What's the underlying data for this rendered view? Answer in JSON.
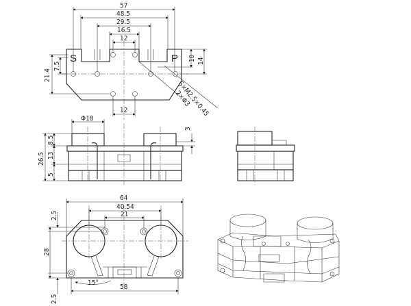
{
  "top_view": {
    "label_s": "S",
    "label_p": "P",
    "dim_width_total": "57",
    "dim_width_2": "48.5",
    "dim_width_3": "29.5",
    "dim_width_4": "16.5",
    "dim_width_top_holes": "12",
    "dim_width_bottom_holes": "12",
    "dim_height_total": "21.4",
    "dim_height_holes": "7.5",
    "dim_right_1": "10",
    "dim_right_2": "14",
    "note_threads": "6×M2.5×0.45",
    "note_holes": "2×Φ3"
  },
  "front_view": {
    "dim_diameter": "Φ18",
    "dim_height_total": "26.5",
    "dim_height_1": "8.5",
    "dim_height_2": "13",
    "dim_height_3": "5",
    "dim_right": "3"
  },
  "bottom_view": {
    "dim_width_total": "64",
    "dim_centers": "40.54",
    "dim_holes": "21",
    "dim_bottom": "58",
    "dim_height": "28",
    "dim_top_offset": "2.5",
    "dim_bottom_offset": "2.5",
    "dim_angle": "15°"
  }
}
